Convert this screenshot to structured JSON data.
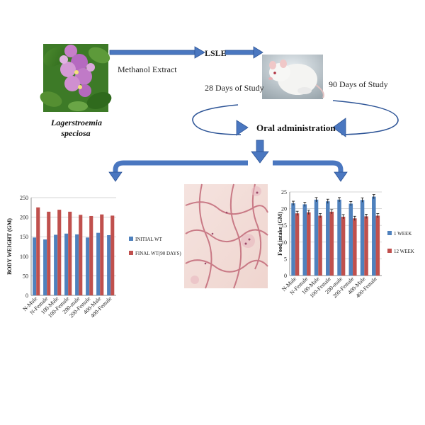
{
  "flow": {
    "method_label": "Methanol Extract",
    "lsle_label": "LSLE",
    "study_28_label": "28 Days of Study",
    "study_90_label": "90 Days of Study",
    "oral_label": "Oral administration",
    "plant_name_line1": "Lagerstroemia",
    "plant_name_line2": "speciosa"
  },
  "colors": {
    "arrow_fill": "#4a77c0",
    "arrow_stroke": "#2e5597",
    "series_blue": "#4f81bd",
    "series_red": "#c0504d"
  },
  "chart_data": [
    {
      "type": "bar",
      "ylabel": "BODY WEIGHT (GM)",
      "xlabel": "",
      "ylim": [
        0,
        250
      ],
      "yticks": [
        "0",
        "50",
        "100",
        "150",
        "200",
        "250"
      ],
      "grid": true,
      "legend": "right",
      "categories": [
        "N-Male",
        "N-Female",
        "100-Male",
        "100-Female",
        "200-male",
        "200-Female",
        "400-Male",
        "400-Female"
      ],
      "series": [
        {
          "name": "INITIAL WT",
          "values": [
            148,
            143,
            155,
            158,
            156,
            148,
            160,
            154
          ]
        },
        {
          "name": "FINAL WT(90 DAYS)",
          "values": [
            225,
            214,
            219,
            214,
            206,
            203,
            207,
            204
          ]
        }
      ]
    },
    {
      "type": "bar",
      "ylabel": "Food intake (GM)",
      "xlabel": "",
      "ylim": [
        0,
        25
      ],
      "yticks": [
        "0",
        "5",
        "10",
        "15",
        "20",
        "25"
      ],
      "grid": true,
      "legend": "right",
      "categories": [
        "N-Male",
        "N-Female",
        "100-Male",
        "100-Female",
        "200-male",
        "200-Female",
        "400-Male",
        "400-Female"
      ],
      "series": [
        {
          "name": "1 WEEK",
          "values": [
            21.6,
            21.3,
            22.7,
            22.2,
            22.7,
            21.5,
            22.6,
            23.6
          ]
        },
        {
          "name": "12 WEEK",
          "values": [
            18.6,
            18.9,
            17.9,
            19.1,
            17.6,
            17.1,
            17.7,
            17.9
          ]
        }
      ]
    }
  ]
}
